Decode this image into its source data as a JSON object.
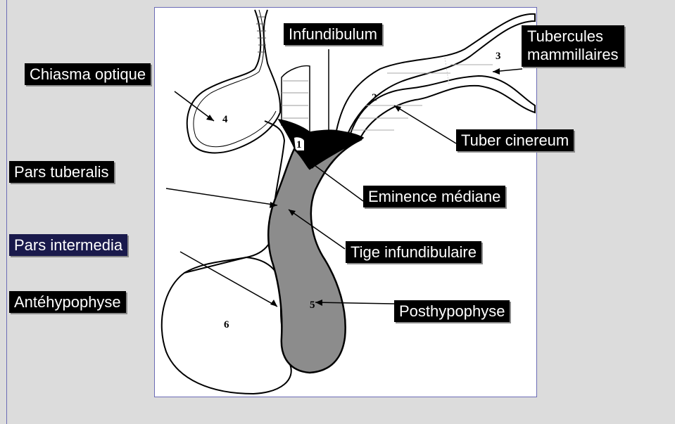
{
  "labels": {
    "infundibulum": "Infundibulum",
    "tubercules_mammillaires": "Tubercules\nmammillaires",
    "chiasma_optique": "Chiasma optique",
    "tuber_cinereum": "Tuber cinereum",
    "pars_tuberalis": "Pars tuberalis",
    "eminence_mediane": "Eminence médiane",
    "pars_intermedia": "Pars intermedia",
    "tige_infundibulaire": "Tige infundibulaire",
    "antehypophyse": "Antéhypophyse",
    "posthypophyse": "Posthypophyse"
  },
  "numbers": {
    "n1": "1",
    "n2": "2",
    "n3": "3",
    "n4": "4",
    "n5": "5",
    "n6": "6"
  },
  "colors": {
    "label_bg": "#000000",
    "label_bg_navy": "#1a1a4c",
    "label_text": "#ffffff",
    "neural_lobe_fill": "#8c8c8c",
    "median_eminence_fill": "#000000",
    "background": "#dcdcdc",
    "panel": "#ffffff"
  }
}
